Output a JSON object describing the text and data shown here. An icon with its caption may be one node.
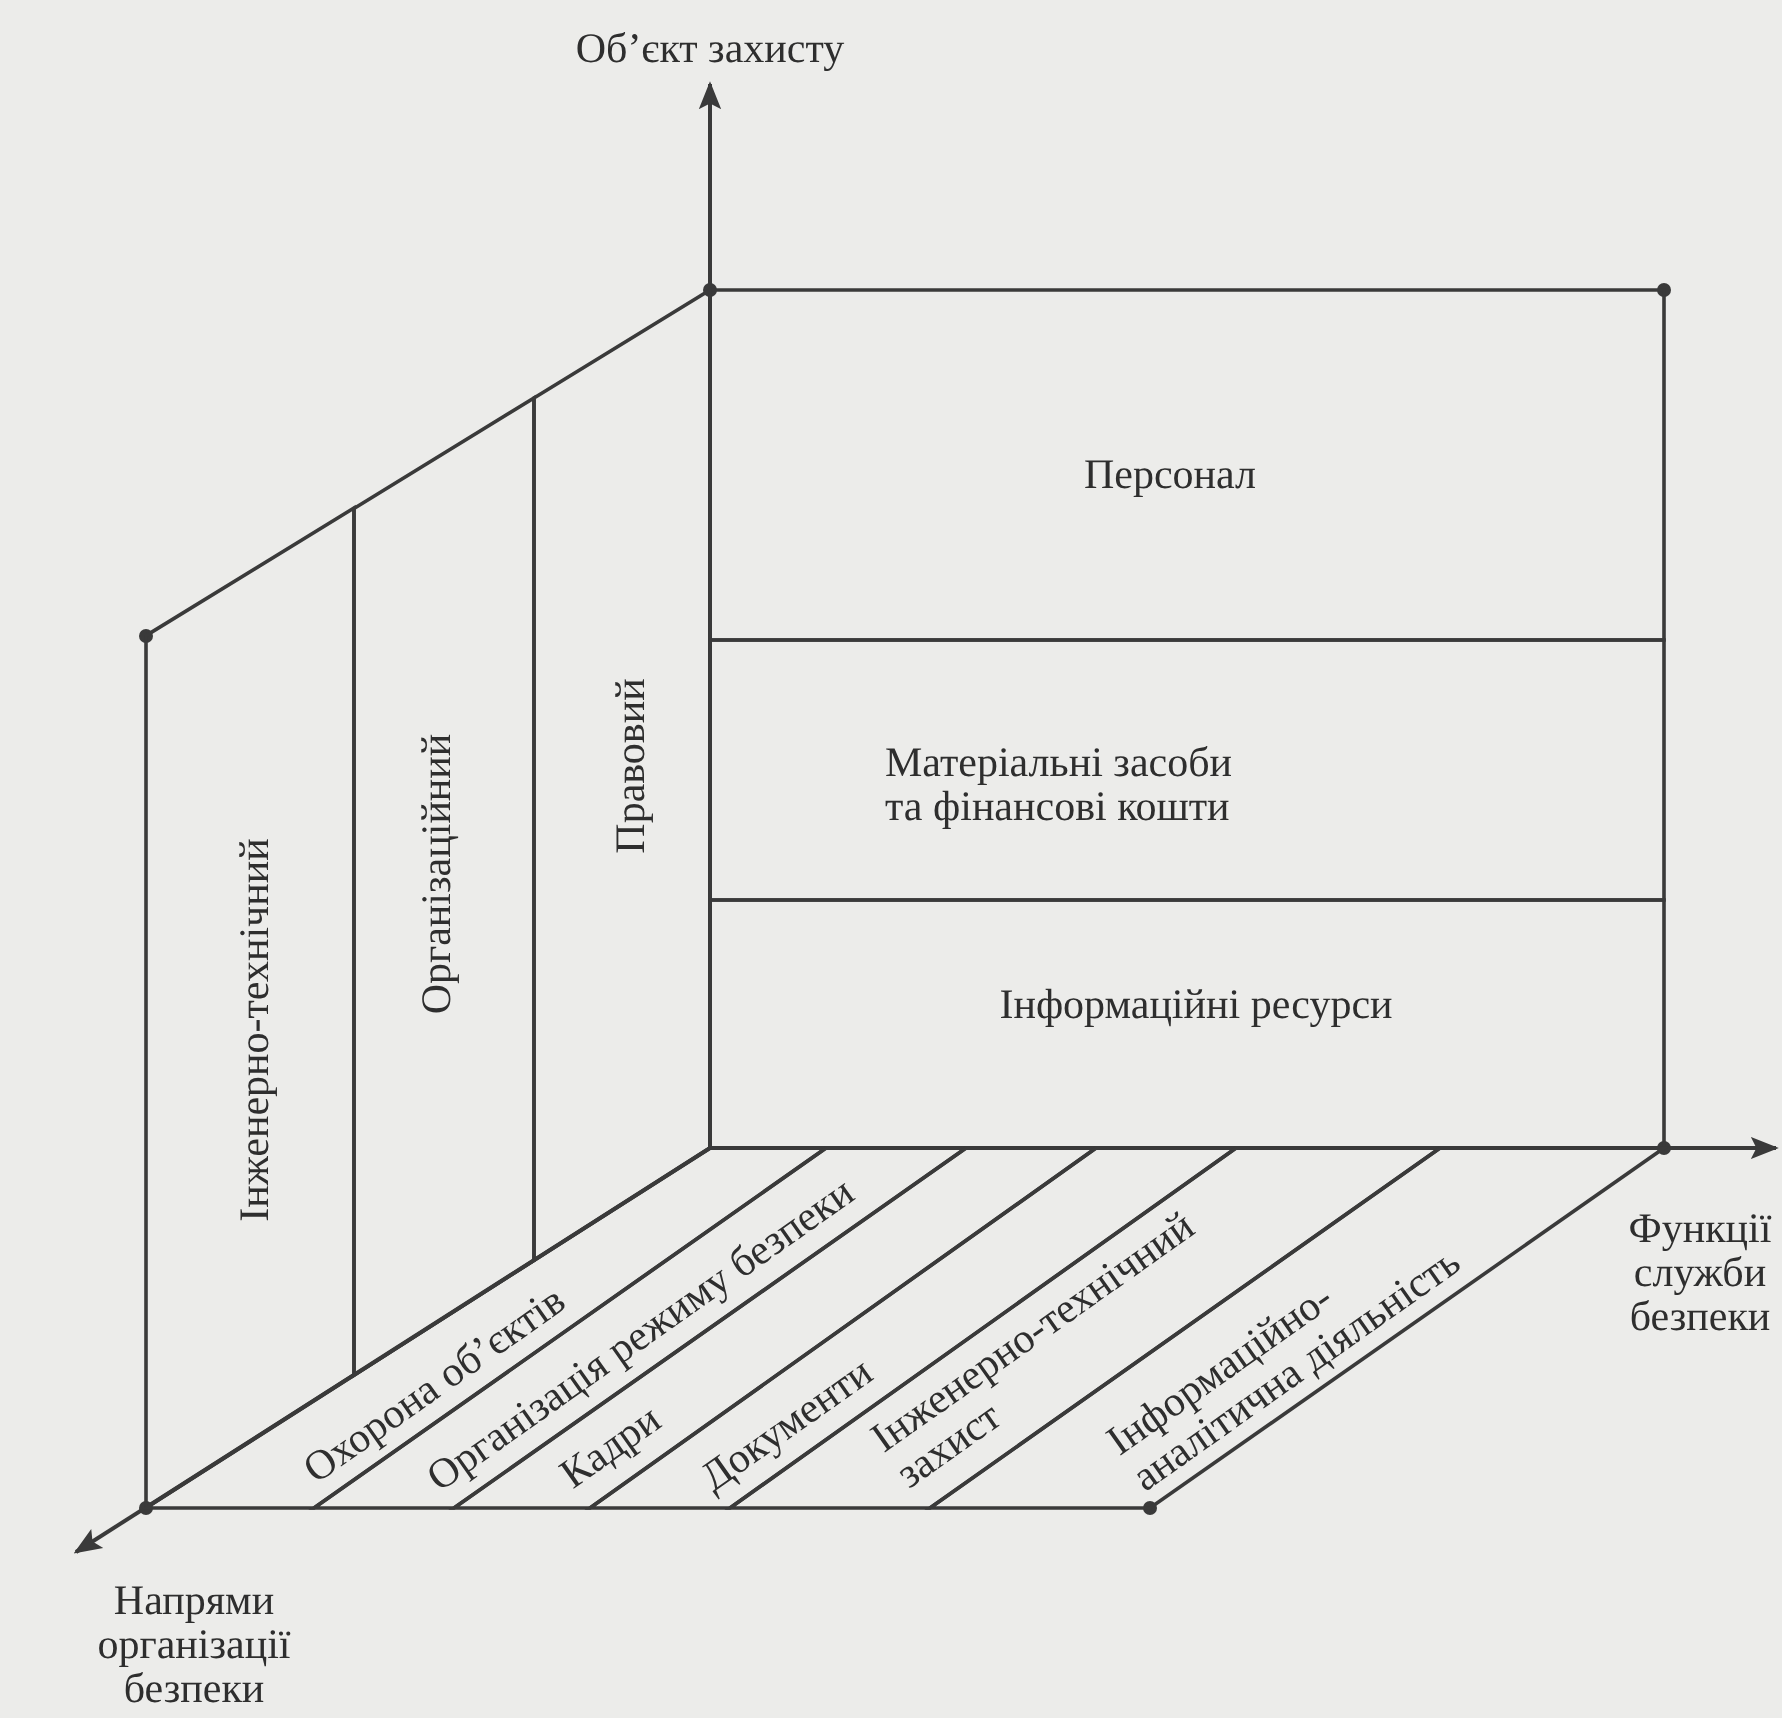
{
  "diagram": {
    "nodes": [
      {
        "text": [
          "Персонал"
        ]
      },
      {
        "text": [
          "Матеріальні засоби та фінансові кошти"
        ]
      },
      {
        "text": [
          "Інформаційні ресурси"
        ]
      },
      {
        "text": [
          "Інженерно-технічний"
        ]
      },
      {
        "text": [
          "Організаційний"
        ]
      },
      {
        "text": [
          "Правовий"
        ]
      },
      {
        "text": [
          "Охорона об’єктів"
        ]
      },
      {
        "text": [
          "Організація режиму безпеки"
        ]
      },
      {
        "text": [
          "Кадри"
        ]
      },
      {
        "text": [
          "Документи"
        ]
      },
      {
        "text": [
          "Інженерно-технічний захист"
        ]
      },
      {
        "text": [
          "Інформаційно-аналітична діяльність"
        ]
      }
    ],
    "labels": [
      "Об’єкт захисту",
      "Функції служби безпеки",
      "Напрями організації безпеки"
    ]
  }
}
